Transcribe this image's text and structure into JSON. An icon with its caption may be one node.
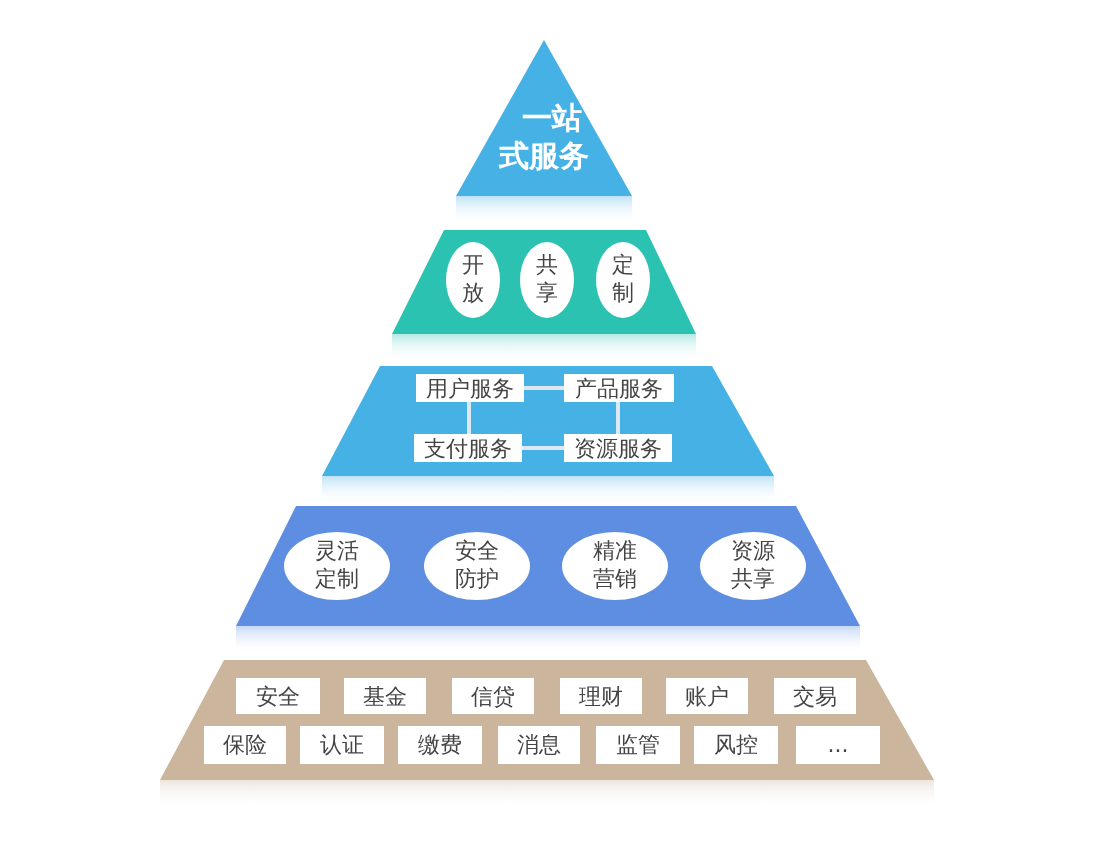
{
  "diagram": {
    "nodes": [
      {
        "text": [
          "一站式服务"
        ]
      },
      {
        "text": [],
        "shape": "trapezoid"
      },
      {
        "text": [
          "开放"
        ],
        "in": 1
      },
      {
        "text": [
          "共享"
        ],
        "in": 1
      },
      {
        "text": [
          "定制"
        ],
        "in": 1
      },
      {
        "text": [],
        "shape": "trapezoid"
      },
      {
        "text": [
          "用户服务"
        ],
        "in": 5
      },
      {
        "text": [
          "产品服务"
        ],
        "in": 5
      },
      {
        "text": [
          "支付服务"
        ],
        "in": 5
      },
      {
        "text": [
          "资源服务"
        ],
        "in": 5
      },
      {
        "text": [],
        "shape": "trapezoid"
      },
      {
        "text": [
          "灵活定制"
        ],
        "in": 10
      },
      {
        "text": [
          "安全防护"
        ],
        "in": 10
      },
      {
        "text": [
          "精准营销"
        ],
        "in": 10
      },
      {
        "text": [
          "资源共享"
        ],
        "in": 10
      },
      {
        "text": [],
        "shape": "trapezoid"
      },
      {
        "text": [
          "安全"
        ],
        "in": 15
      },
      {
        "text": [
          "基金"
        ],
        "in": 15
      },
      {
        "text": [
          "信贷"
        ],
        "in": 15
      },
      {
        "text": [
          "理财"
        ],
        "in": 15
      },
      {
        "text": [
          "账户"
        ],
        "in": 15
      },
      {
        "text": [
          "交易"
        ],
        "in": 15
      },
      {
        "text": [
          "保险"
        ],
        "in": 15
      },
      {
        "text": [
          "认证"
        ],
        "in": 15
      },
      {
        "text": [
          "缴费"
        ],
        "in": 15
      },
      {
        "text": [
          "消息"
        ],
        "in": 15
      },
      {
        "text": [
          "监管"
        ],
        "in": 15
      },
      {
        "text": [
          "风控"
        ],
        "in": 15
      },
      {
        "text": [
          "..."
        ],
        "in": 15
      }
    ],
    "edges": [
      {
        "from": 6,
        "to": 7,
        "arrow": "none"
      },
      {
        "from": 6,
        "to": 8,
        "arrow": "none"
      },
      {
        "from": 7,
        "to": 9,
        "arrow": "none"
      },
      {
        "from": 8,
        "to": 9,
        "arrow": "none"
      }
    ]
  }
}
